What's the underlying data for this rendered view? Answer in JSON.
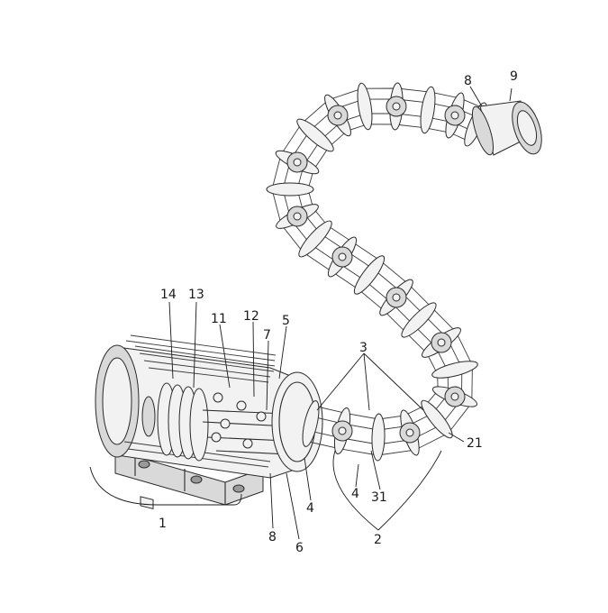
{
  "figure": {
    "labels": [
      {
        "id": "label-9",
        "text": "9"
      },
      {
        "id": "label-8-top",
        "text": "8"
      },
      {
        "id": "label-14",
        "text": "14"
      },
      {
        "id": "label-13",
        "text": "13"
      },
      {
        "id": "label-11",
        "text": "11"
      },
      {
        "id": "label-12",
        "text": "12"
      },
      {
        "id": "label-5",
        "text": "5"
      },
      {
        "id": "label-7",
        "text": "7"
      },
      {
        "id": "label-3",
        "text": "3"
      },
      {
        "id": "label-21",
        "text": "21"
      },
      {
        "id": "label-4-left",
        "text": "4"
      },
      {
        "id": "label-4-right",
        "text": "4"
      },
      {
        "id": "label-31",
        "text": "31"
      },
      {
        "id": "label-1",
        "text": "1"
      },
      {
        "id": "label-8-bottom",
        "text": "8"
      },
      {
        "id": "label-6",
        "text": "6"
      },
      {
        "id": "label-2",
        "text": "2"
      }
    ]
  }
}
